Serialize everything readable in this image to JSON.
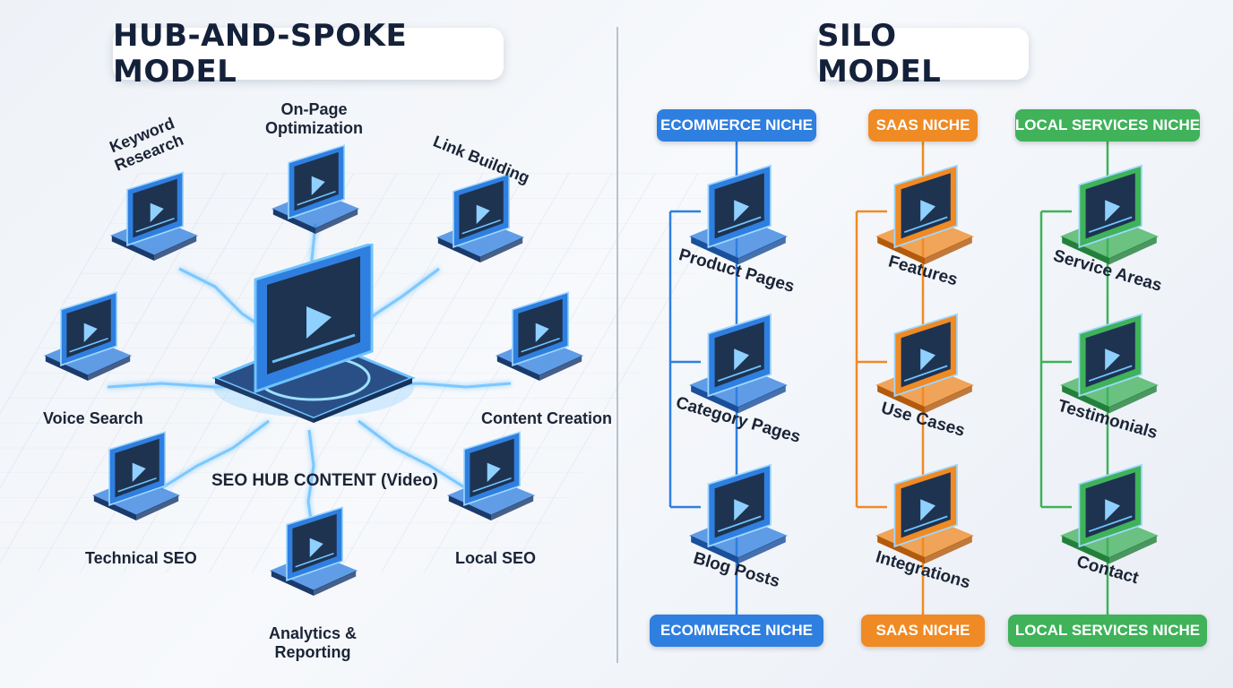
{
  "hub": {
    "title": "HUB-AND-SPOKE MODEL",
    "center_label": "SEO HUB CONTENT (Video)",
    "spokes": [
      {
        "id": "keyword",
        "label": "Keyword\nResearch"
      },
      {
        "id": "onpage",
        "label": "On-Page\nOptimization"
      },
      {
        "id": "link",
        "label": "Link Building"
      },
      {
        "id": "voice",
        "label": "Voice Search"
      },
      {
        "id": "content",
        "label": "Content Creation"
      },
      {
        "id": "technical",
        "label": "Technical SEO"
      },
      {
        "id": "local",
        "label": "Local SEO"
      },
      {
        "id": "analytics",
        "label": "Analytics &\nReporting"
      }
    ]
  },
  "silo": {
    "title": "SILO MODEL",
    "columns": [
      {
        "niche_top": "ECOMMERCE NICHE",
        "niche_bottom": "ECOMMERCE NICHE",
        "color": "#2f7fe0",
        "items": [
          "Product Pages",
          "Category Pages",
          "Blog Posts"
        ]
      },
      {
        "niche_top": "SAAS NICHE",
        "niche_bottom": "SAAS NICHE",
        "color": "#f08a24",
        "items": [
          "Features",
          "Use Cases",
          "Integrations"
        ]
      },
      {
        "niche_top": "LOCAL SERVICES NICHE",
        "niche_bottom": "LOCAL SERVICES NICHE",
        "color": "#3fb25a",
        "items": [
          "Service Areas",
          "Testimonials",
          "Contact"
        ]
      }
    ]
  },
  "colors": {
    "hub_blue": "#2f7fe0",
    "glow": "#8fd0ff",
    "dark_screen": "#1e3350"
  },
  "icons": [
    "video-play-icon"
  ]
}
